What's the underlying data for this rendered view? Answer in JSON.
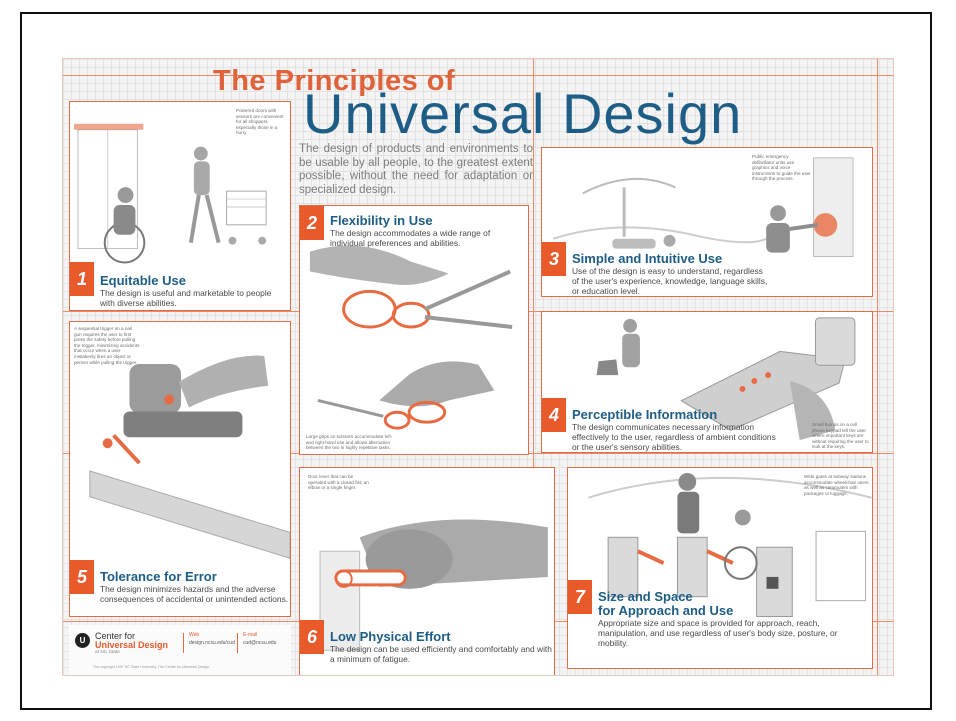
{
  "poster": {
    "title_top": "The Principles of",
    "title_main": "Universal Design",
    "intro": "The design of products and environments to be usable by all people, to the greatest extent possible, without the need for adaptation or specialized design."
  },
  "principles": [
    {
      "number": "1",
      "title": "Equitable Use",
      "description": "The design is useful and marketable to people with diverse abilities.",
      "note": "Powered doors with sensors are convenient for all shoppers, especially those in a hurry."
    },
    {
      "number": "2",
      "title": "Flexibility in Use",
      "description": "The design accommodates a wide range of individual preferences and abilities.",
      "note": "Large grips on scissors accommodate left- and right-hand use and allows alternation between the two in highly repetitive tasks."
    },
    {
      "number": "3",
      "title": "Simple and Intuitive Use",
      "description": "Use of the design is easy to understand, regardless of the user's experience, knowledge, language skills, or education level.",
      "note": "Public emergency defibrillator units use graphics and voice instructions to guide the user through the process."
    },
    {
      "number": "4",
      "title": "Perceptible Information",
      "description": "The design communicates necessary information effectively to the user, regardless of ambient conditions or the user's sensory abilities.",
      "note": "Small bumps on a cell phone keypad tell the user where important keys are without requiring the user to look at the keys."
    },
    {
      "number": "5",
      "title": "Tolerance for Error",
      "description": "The design minimizes hazards and the adverse consequences of accidental or unintended actions.",
      "note": "A sequential trigger on a nail gun requires the user to first press the safety before pulling the trigger, minimizing accidents that occur when a user mistakenly fires an object or person while pulling the trigger."
    },
    {
      "number": "6",
      "title": "Low Physical Effort",
      "description": "The design can be used efficiently and comfortably and with a minimum of fatigue.",
      "note": "Door lever that can be operated with a closed fist, an elbow or a single finger."
    },
    {
      "number": "7",
      "title": "Size and Space\nfor Approach and Use",
      "description": "Appropriate size and space is provided for approach, reach, manipulation, and use regardless of user's body size, posture, or mobility.",
      "note": "Wide gates at subway stations accommodate wheelchair users as well as commuters with packages or luggage."
    }
  ],
  "footer": {
    "logo_letter": "U",
    "org_line1": "Center for",
    "org_line2": "Universal Design",
    "org_line3": "at NC State",
    "web_label": "Web",
    "web_value": "design.ncsu.edu/cud",
    "email_label": "E-mail",
    "email_value": "cud@ncsu.edu",
    "disclaimer": "The copyright 1997 NC State University, The Center for Universal Design."
  },
  "colors": {
    "accent": "#e85a2a",
    "title_blue": "#1d5d86",
    "panel_border": "#e76b42"
  }
}
